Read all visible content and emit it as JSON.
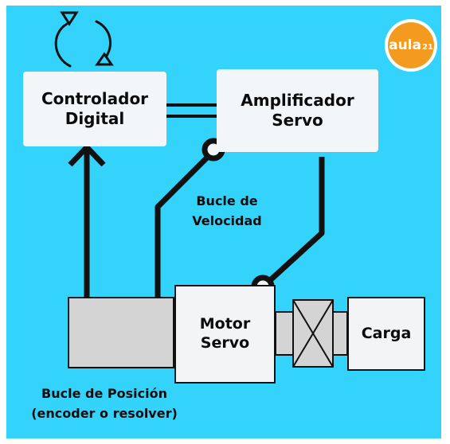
{
  "controller": {
    "line1": "Controlador",
    "line2": "Digital"
  },
  "amplifier": {
    "line1": "Amplificador",
    "line2": "Servo"
  },
  "motor": {
    "line1": "Motor",
    "line2": "Servo"
  },
  "load": {
    "label": "Carga"
  },
  "velocity_loop": {
    "line1": "Bucle de",
    "line2": "Velocidad"
  },
  "position_loop": {
    "line1": "Bucle de Posición",
    "line2": "(encoder o resolver)"
  },
  "logo": {
    "word": "aula",
    "number": "21"
  },
  "colors": {
    "background": "#33d3fb",
    "logo": "#f49a1e",
    "box": "#f3f6f8",
    "encoder": "#d4d4d4",
    "line": "#111111"
  }
}
